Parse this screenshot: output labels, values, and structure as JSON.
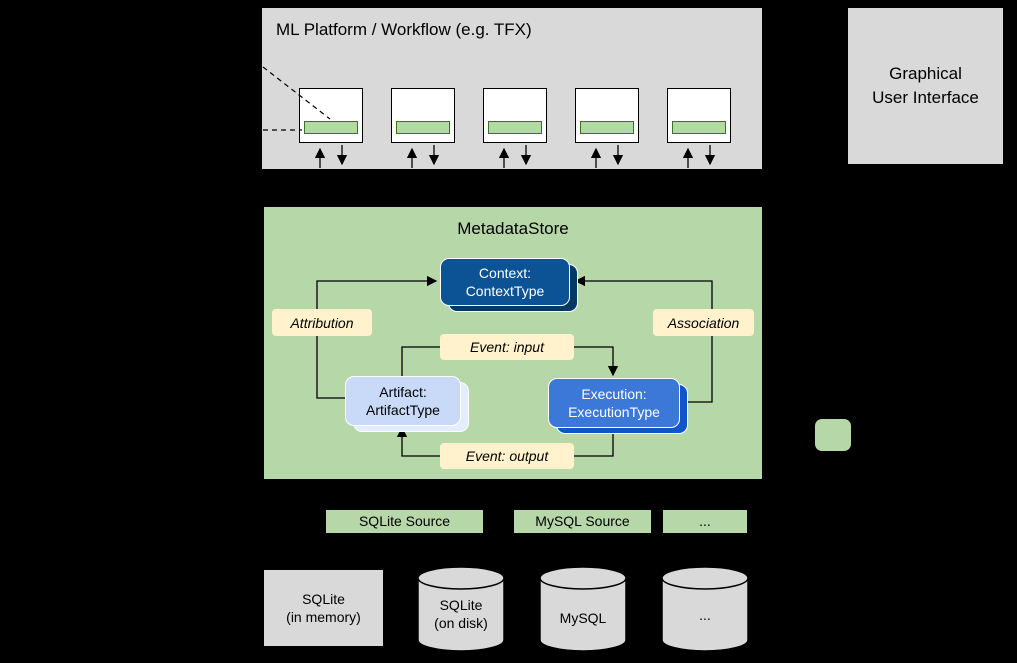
{
  "colors": {
    "background": "#000000",
    "panel_gray": "#d9d9d9",
    "green": "#b6d7a8",
    "context_blue": "#0b5394",
    "context_blue_shadow": "#073763",
    "execution_blue": "#3c78d8",
    "execution_blue_shadow": "#1155cc",
    "artifact_blue": "#c9daf8",
    "artifact_blue_shadow": "#e3edfb",
    "label_yellow": "#fff2cc"
  },
  "ml_platform": {
    "title": "ML Platform / Workflow (e.g. TFX)"
  },
  "gui": {
    "line1": "Graphical",
    "line2": "User Interface"
  },
  "metadata_store": {
    "title": "MetadataStore",
    "context_line1": "Context:",
    "context_line2": "ContextType",
    "artifact_line1": "Artifact:",
    "artifact_line2": "ArtifactType",
    "execution_line1": "Execution:",
    "execution_line2": "ExecutionType",
    "attribution": "Attribution",
    "association": "Association",
    "event_input": "Event: input",
    "event_output": "Event: output"
  },
  "sources": {
    "sqlite": "SQLite Source",
    "mysql": "MySQL Source",
    "other": "..."
  },
  "datastores": {
    "memory_line1": "SQLite",
    "memory_line2": "(in memory)",
    "disk_line1": "SQLite",
    "disk_line2": "(on disk)",
    "mysql": "MySQL",
    "other": "..."
  }
}
